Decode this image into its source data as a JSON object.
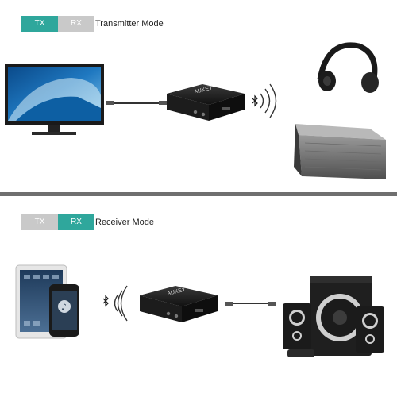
{
  "transmitter": {
    "tx_label": "TX",
    "rx_label": "RX",
    "title": "Transmitter Mode",
    "active": "TX"
  },
  "receiver": {
    "tx_label": "TX",
    "rx_label": "RX",
    "title": "Receiver Mode",
    "active": "RX"
  },
  "device": {
    "brand": "AUKEY"
  },
  "colors": {
    "accent": "#2fa79c",
    "inactive": "#c9c9c9",
    "divider": "#6f6f6f"
  },
  "icons": [
    "bluetooth-icon",
    "signal-waves-icon",
    "music-note-icon"
  ]
}
